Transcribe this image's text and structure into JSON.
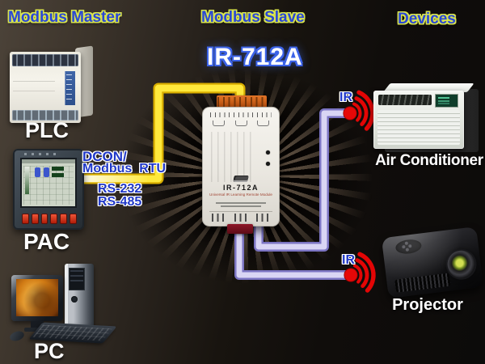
{
  "headers": {
    "master": "Modbus Master",
    "slave": "Modbus Slave",
    "devices": "Devices"
  },
  "title": "IR-712A",
  "nodes": {
    "plc": "PLC",
    "pac": "PAC",
    "pc": "PC",
    "air_conditioner": "Air Conditioner",
    "projector": "Projector"
  },
  "module": {
    "model": "IR-712A",
    "subtitle": "Universal IR Learning Remote Module"
  },
  "links": {
    "protocol_line1": "DCON/",
    "protocol_line2": "Modbus  RTU",
    "serial_line1": "RS-232",
    "serial_line2": "RS-485",
    "ir_label": "IR"
  },
  "colors": {
    "serial_wire": "#ffe93c",
    "ir_wire_fill": "#d9d5f4",
    "ir_wire_edge": "#7b74c2",
    "ir_signal": "#e30505",
    "header_text": "#2947d6",
    "header_outline": "#d8e44e",
    "protocol_text": "#2038c8",
    "title_glow": "#3c63e8"
  }
}
